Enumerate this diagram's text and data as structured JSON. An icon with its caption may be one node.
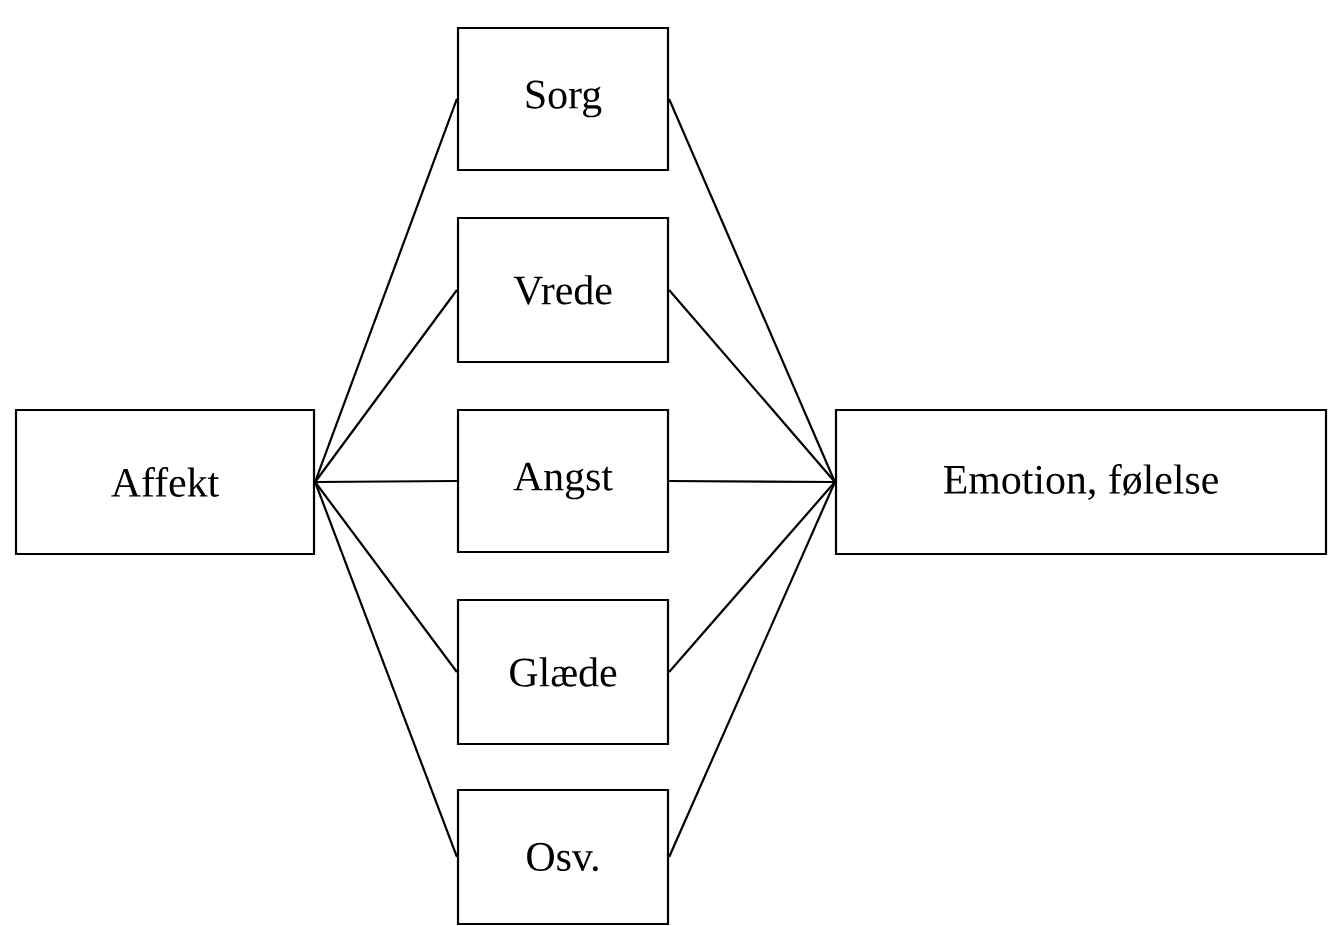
{
  "diagram": {
    "nodes": [
      {
        "text": [
          "Affekt"
        ]
      },
      {
        "text": [
          "Sorg"
        ]
      },
      {
        "text": [
          "Vrede"
        ]
      },
      {
        "text": [
          "Angst"
        ]
      },
      {
        "text": [
          "Glæde"
        ]
      },
      {
        "text": [
          "Osv."
        ]
      },
      {
        "text": [
          "Emotion, følelse"
        ]
      }
    ],
    "edges": [
      {
        "from": 0,
        "to": 1,
        "arrow": "none"
      },
      {
        "from": 0,
        "to": 2,
        "arrow": "none"
      },
      {
        "from": 0,
        "to": 3,
        "arrow": "none"
      },
      {
        "from": 0,
        "to": 4,
        "arrow": "none"
      },
      {
        "from": 0,
        "to": 5,
        "arrow": "none"
      },
      {
        "from": 1,
        "to": 6,
        "arrow": "none"
      },
      {
        "from": 2,
        "to": 6,
        "arrow": "none"
      },
      {
        "from": 3,
        "to": 6,
        "arrow": "none"
      },
      {
        "from": 4,
        "to": 6,
        "arrow": "none"
      },
      {
        "from": 5,
        "to": 6,
        "arrow": "none"
      }
    ]
  }
}
